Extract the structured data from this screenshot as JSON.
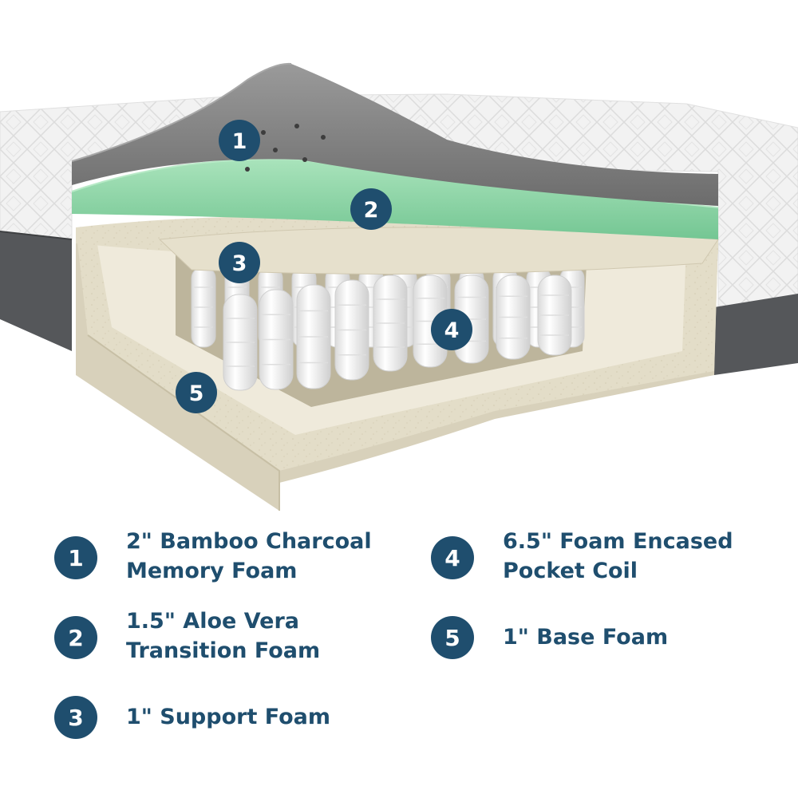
{
  "colors": {
    "badge": "#1f4e6e",
    "text": "#1f4e6e",
    "memory_foam": "#7e7e7e",
    "aloe_foam": "#8fd6a8",
    "support_foam": "#e3ddc8",
    "coil": "#f6f6f6",
    "cover": "#f1f1f1",
    "border": "#55575a"
  },
  "callouts": [
    "1",
    "2",
    "3",
    "4",
    "5"
  ],
  "legend": [
    {
      "number": "1",
      "lines": [
        "2\" Bamboo Charcoal",
        "Memory Foam"
      ]
    },
    {
      "number": "2",
      "lines": [
        "1.5\" Aloe Vera",
        "Transition Foam"
      ]
    },
    {
      "number": "3",
      "lines": [
        "1\" Support Foam"
      ]
    },
    {
      "number": "4",
      "lines": [
        "6.5\" Foam Encased",
        "Pocket Coil"
      ]
    },
    {
      "number": "5",
      "lines": [
        "1\" Base Foam"
      ]
    }
  ]
}
